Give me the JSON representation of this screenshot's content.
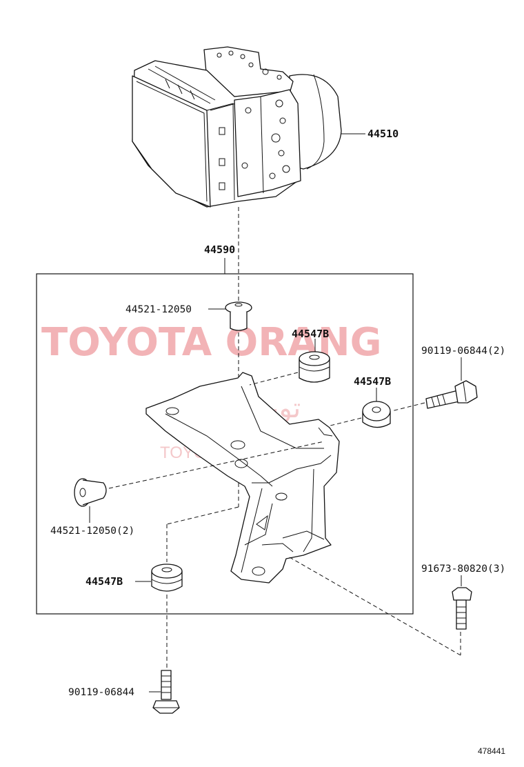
{
  "labels": {
    "abs_actuator": "44510",
    "bracket_assy": "44590",
    "bolt_top": "44521-12050",
    "bolt_left": "44521-12050(2)",
    "cushion_top": "44547B",
    "cushion_right": "44547B",
    "cushion_bottom": "44547B",
    "bolt_right": "90119-06844(2)",
    "bolt_bottom": "90119-06844",
    "nut_bolt_right": "91673-80820(3)"
  },
  "watermark": {
    "brand": "TOYOTA ORANG",
    "arabic": "تویوتا اورنگ",
    "url": "TOYOTAPART.IR"
  },
  "figure_number": "478441"
}
